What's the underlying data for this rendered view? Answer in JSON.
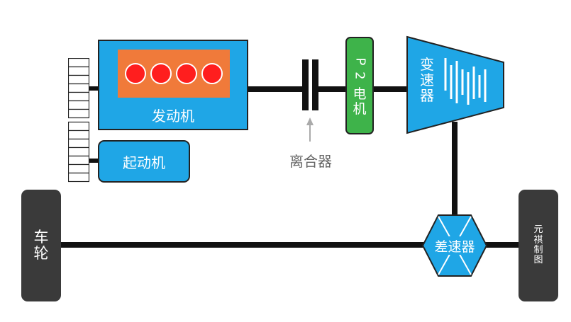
{
  "components": {
    "engine": {
      "label": "发动机",
      "cylinders": 4
    },
    "starter": {
      "label": "起动机"
    },
    "clutch": {
      "label": "离合器"
    },
    "p2_motor": {
      "chars": [
        "P",
        "2",
        "电",
        "机"
      ]
    },
    "transmission": {
      "chars": [
        "变",
        "速",
        "器"
      ]
    },
    "differential": {
      "label": "差速器"
    },
    "wheel_left": {
      "chars": [
        "车",
        "轮"
      ]
    },
    "watermark": {
      "chars": [
        "元",
        "祺",
        "制",
        "图"
      ]
    }
  },
  "colors": {
    "blue": "#1fa6e6",
    "orange": "#f07a3a",
    "red": "#ff1e1e",
    "green": "#3eb34a",
    "dark": "#3a3a3a",
    "shaft": "#111111",
    "clutch_label": "#666666"
  }
}
